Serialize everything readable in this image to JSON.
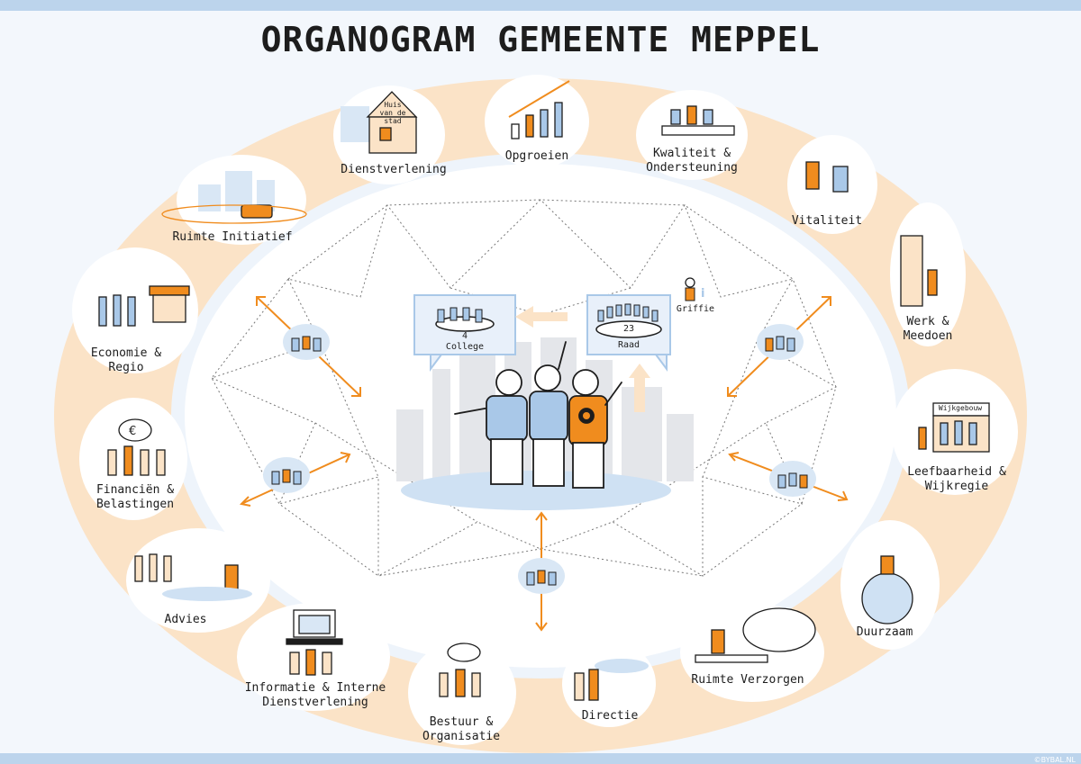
{
  "title": "ORGANOGRAM GEMEENTE MEPPEL",
  "colors": {
    "accent": "#f08c1e",
    "blue": "#a9c8e8",
    "ring": "#fbe3c7",
    "ink": "#1d1d1d"
  },
  "center": {
    "college_label": "College",
    "college_count": "4",
    "raad_label": "Raad",
    "raad_count": "23",
    "griffie_label": "Griffie"
  },
  "departments": {
    "dienstverlening": "Dienstverlening",
    "huis_van_de_stad": "Huis van de stad",
    "opgroeien": "Opgroeien",
    "kwaliteit": "Kwaliteit & Ondersteuning",
    "ruimte_initiatief": "Ruimte Initiatief",
    "vitaliteit": "Vitaliteit",
    "werk": "Werk & Meedoen",
    "economie": "Economie & Regio",
    "leefbaarheid": "Leefbaarheid & Wijkregie",
    "wijkgebouw": "Wijkgebouw",
    "financien": "Financiën & Belastingen",
    "advies": "Advies",
    "duurzaam": "Duurzaam",
    "informatie": "Informatie & Interne Dienstverlening",
    "ruimte_verzorgen": "Ruimte Verzorgen",
    "bestuur": "Bestuur & Organisatie",
    "directie": "Directie"
  },
  "credit": "©BYBAL.NL"
}
